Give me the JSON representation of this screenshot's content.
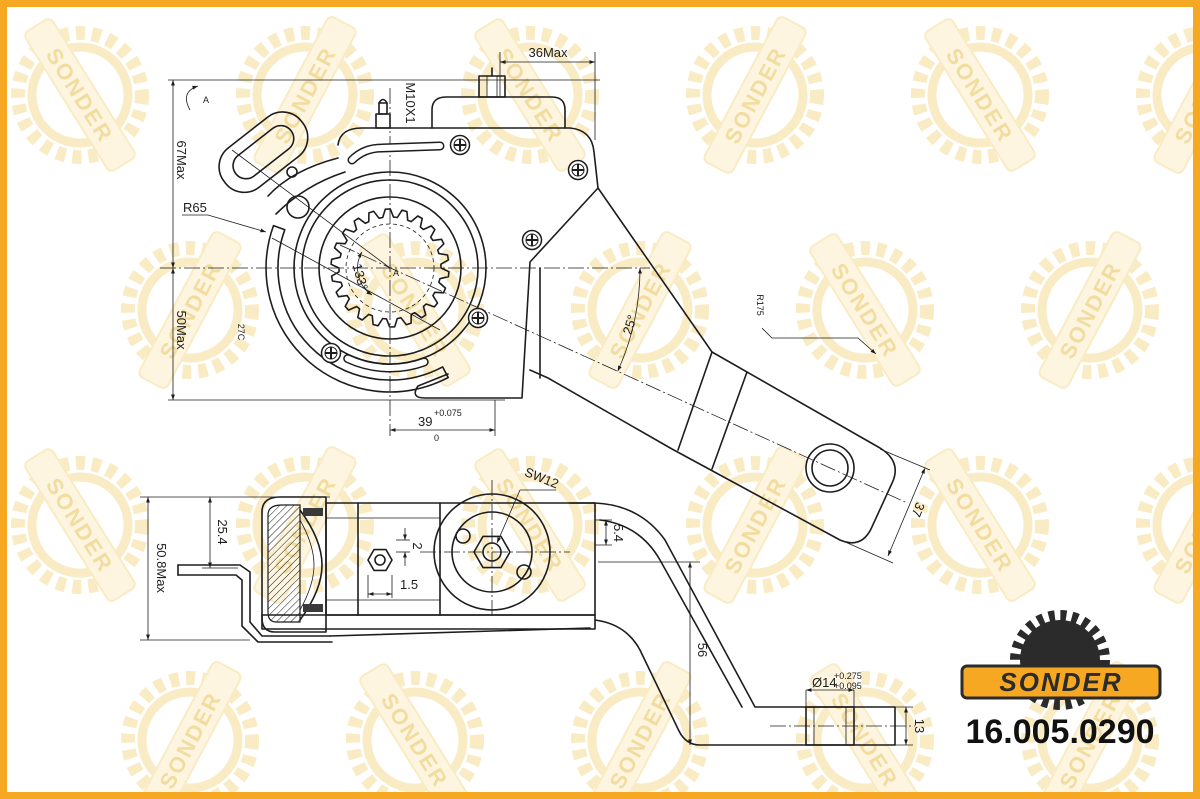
{
  "frame": {
    "border_color": "#f7a823"
  },
  "watermark": {
    "text": "SONDER",
    "gear_color": "#f8e8ba",
    "band_color": "#fdf4da",
    "text_color": "#f0d68e"
  },
  "top_view": {
    "dim_36max": "36Max",
    "dim_m10x1": "M10X1",
    "dim_67max": "67Max",
    "dim_r65": "R65",
    "dim_50max": "50Max",
    "angle_133": "133°",
    "dim_27c": "27C",
    "angle_25": "25°",
    "dim_r175": "R175",
    "dim_39": "39",
    "dim_39_upper_tol": "+0.075",
    "dim_39_lower_tol": "0",
    "dim_37": "37",
    "marker_a": "A"
  },
  "bottom_view": {
    "dim_sw12": "SW12",
    "dim_25_4": "25.4",
    "dim_50_8max": "50.8Max",
    "dim_2": "2",
    "dim_1_5": "1.5",
    "dim_5_4": "5.4",
    "dim_56": "56",
    "dim_d14": "Ø14",
    "dim_d14_upper_tol": "+0.275",
    "dim_d14_lower_tol": "+0.095",
    "dim_13": "13"
  },
  "logo": {
    "brand": "SONDER",
    "part_number": "16.005.0290",
    "accent": "#f7a823",
    "dark": "#2b2b2b"
  }
}
